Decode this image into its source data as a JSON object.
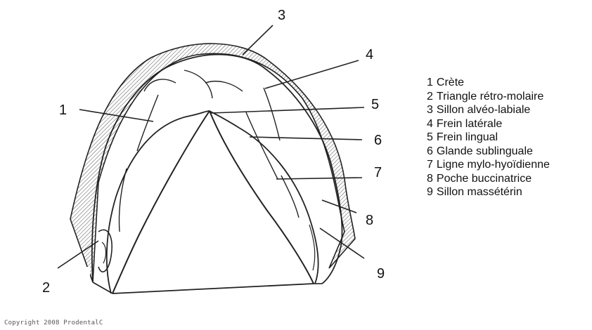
{
  "diagram": {
    "callout_numbers": [
      "1",
      "2",
      "3",
      "4",
      "5",
      "6",
      "7",
      "8",
      "9"
    ]
  },
  "legend": {
    "items": [
      {
        "num": "1",
        "label": "Crète"
      },
      {
        "num": "2",
        "label": "Triangle rétro-molaire"
      },
      {
        "num": "3",
        "label": "Sillon alvéo-labiale"
      },
      {
        "num": "4",
        "label": "Frein latérale"
      },
      {
        "num": "5",
        "label": "Frein lingual"
      },
      {
        "num": "6",
        "label": "Glande sublinguale"
      },
      {
        "num": "7",
        "label": "Ligne mylo-hyoïdienne"
      },
      {
        "num": "8",
        "label": "Poche buccinatrice"
      },
      {
        "num": "9",
        "label": "Sillon massétérin"
      }
    ]
  },
  "copyright": "Copyright 2008 ProdentalC"
}
